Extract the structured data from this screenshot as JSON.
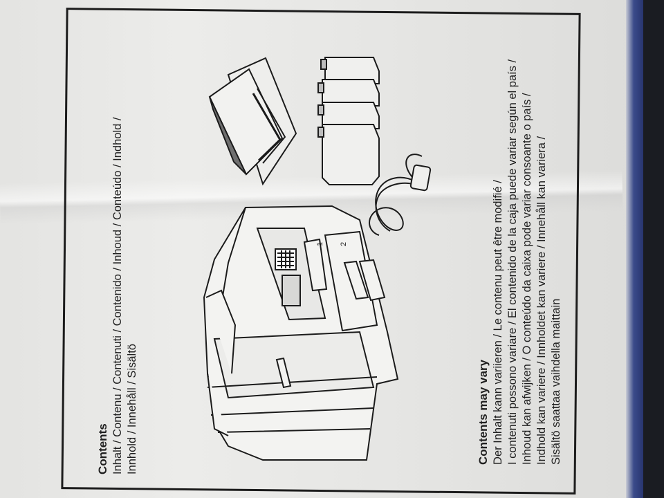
{
  "contents_section": {
    "heading": "Contents",
    "line1": "Inhalt / Contenu / Contenuti / Contenido / Inhoud / Conteúdo / Indhold /",
    "line2": "Innhold / Innehåll / Sisältö"
  },
  "vary_section": {
    "heading": "Contents may vary",
    "lines": [
      "Der Inhalt kann variieren / Le contenu peut être modifié /",
      "I contenuti possono variare / El contenido de la caja puede variar según el país /",
      "Inhoud kan afwijken / O conteúdo da caixa pode variar consoante o país /",
      "Indhold kan variere / Innholdet kan variere / Innehåll kan variera /",
      "Sisältö saattaa vaihdella maittain"
    ]
  },
  "illustrations": {
    "printer_tray_labels": [
      "1",
      "2"
    ],
    "items": [
      "printer-icon",
      "document-pack-icon",
      "ink-cartridges-icon",
      "power-cord-icon"
    ]
  }
}
